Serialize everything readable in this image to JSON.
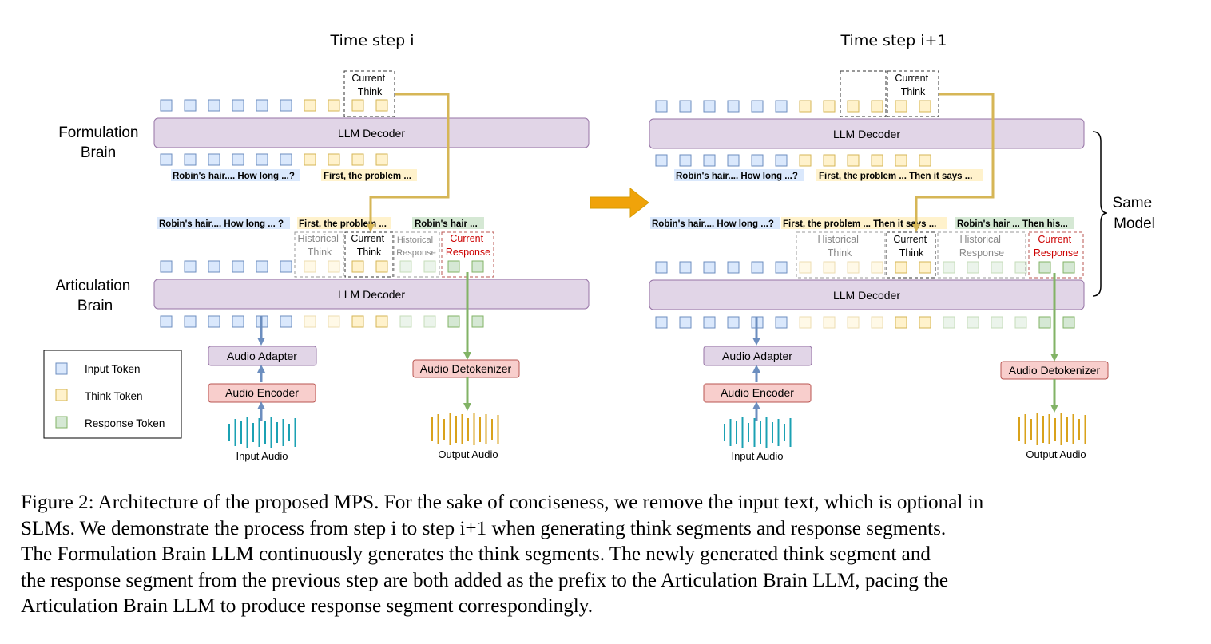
{
  "colors": {
    "input_fill": "#dae8fc",
    "input_stroke": "#6c8ebf",
    "think_fill": "#fff2cc",
    "think_stroke": "#d6b656",
    "resp_fill": "#d5e8d4",
    "resp_stroke": "#82b366",
    "decoder_fill": "#e1d5e7",
    "decoder_stroke": "#9673a6",
    "red_fill": "#f8cecc",
    "red_stroke": "#b85450",
    "arrow_gold": "#d6b656",
    "arrow_green": "#82b366",
    "arrow_blue": "#6c8ebf",
    "big_arrow": "#f0a30a"
  },
  "left": {
    "title": "Time step i",
    "formulation_label": "Formulation\nBrain",
    "articulation_label": "Articulation\nBrain",
    "decoder_top": "LLM Decoder",
    "decoder_bottom": "LLM Decoder",
    "current_think_top": "Current\nThink",
    "text_input_top": "Robin's hair.... How long ...?",
    "text_think_top": "First, the problem ...",
    "text_input_mid": "Robin's hair.... How long ... ?",
    "text_think_mid": "First, the problem ...",
    "text_resp_mid": "Robin's hair ...",
    "historical_think": "Historical\nThink",
    "current_think": "Current\nThink",
    "historical_response": "Historical\nResponse",
    "current_response": "Current\nResponse",
    "audio_adapter": "Audio Adapter",
    "audio_encoder": "Audio Encoder",
    "audio_detokenizer": "Audio Detokenizer",
    "input_audio": "Input Audio",
    "output_audio": "Output Audio"
  },
  "right": {
    "title": "Time step i+1",
    "decoder_top": "LLM Decoder",
    "decoder_bottom": "LLM Decoder",
    "current_think_top": "Current\nThink",
    "text_input_top": "Robin's hair.... How long ...?",
    "text_think_top": "First, the problem ... Then it says ...",
    "text_input_mid": "Robin's hair.... How long ...?",
    "text_think_mid": "First, the problem ... Then it says ...",
    "text_resp_mid": "Robin's hair ... Then his...",
    "historical_think": "Historical\nThink",
    "current_think": "Current\nThink",
    "historical_response": "Historical\nResponse",
    "current_response": "Current\nResponse",
    "audio_adapter": "Audio Adapter",
    "audio_encoder": "Audio Encoder",
    "audio_detokenizer": "Audio Detokenizer",
    "input_audio": "Input Audio",
    "output_audio": "Output Audio",
    "same_model": "Same\nModel"
  },
  "legend": {
    "input_token": "Input Token",
    "think_token": "Think Token",
    "response_token": "Response Token"
  },
  "caption": [
    "Figure 2: Architecture of the proposed MPS. For the sake of conciseness, we remove the input text, which is optional in",
    "SLMs. We demonstrate the process from step i to step i+1 when generating think segments and response segments.",
    "The Formulation Brain LLM continuously generates the think segments. The newly generated think segment and",
    "the response segment from the previous step are both added as the prefix to the Articulation Brain LLM, pacing the",
    "Articulation Brain LLM to produce response segment correspondingly."
  ]
}
